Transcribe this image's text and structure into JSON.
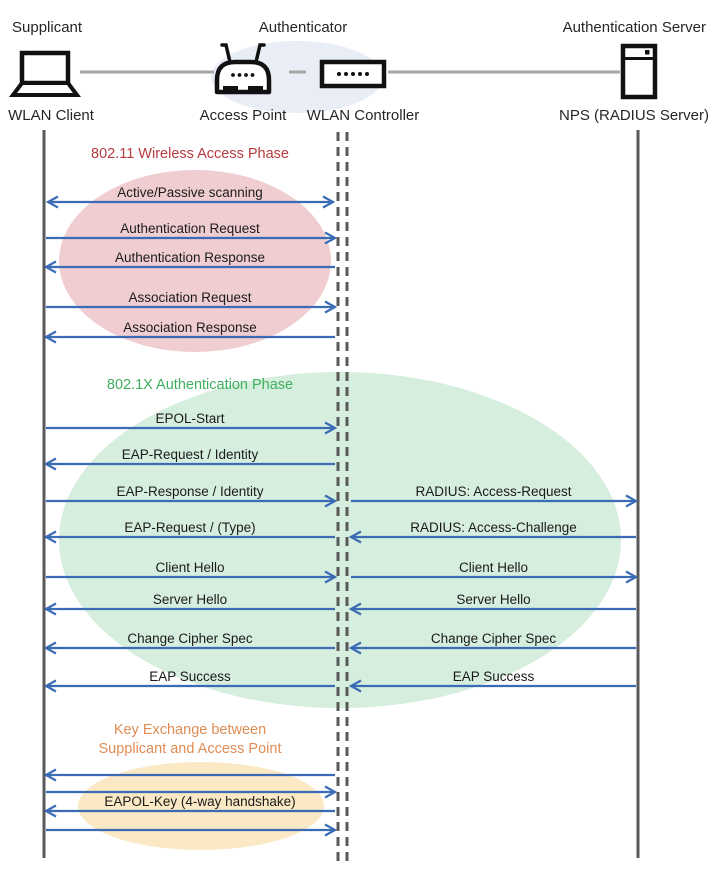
{
  "diagram": {
    "roles": [
      "Supplicant",
      "Authenticator",
      "Authentication Server"
    ],
    "devices": [
      "WLAN Client",
      "Access Point",
      "WLAN Controller",
      "NPS (RADIUS Server)"
    ],
    "colors": {
      "arrow": "#3a6bb4",
      "lifeline": "#595959",
      "connector": "#a6a6a6",
      "phase1_title": "#b73b3f",
      "phase1_fill": "#f0cdd1",
      "phase2_title": "#3eaf5f",
      "phase2_fill": "#d5eedd",
      "phase3_title": "#e08c55",
      "phase3_fill": "#fbe8c4",
      "authenticator_fill": "#e9edf6"
    },
    "phase1": {
      "title": "802.11 Wireless Access Phase",
      "messages": [
        {
          "label": "Active/Passive scanning",
          "direction": "bidirectional",
          "from": "WLAN Client",
          "to": "WLAN Controller"
        },
        {
          "label": "Authentication Request",
          "direction": "right",
          "from": "WLAN Client",
          "to": "WLAN Controller"
        },
        {
          "label": "Authentication Response",
          "direction": "left",
          "from": "WLAN Controller",
          "to": "WLAN Client"
        },
        {
          "label": "Association Request",
          "direction": "right",
          "from": "WLAN Client",
          "to": "WLAN Controller"
        },
        {
          "label": "Association Response",
          "direction": "left",
          "from": "WLAN Controller",
          "to": "WLAN Client"
        }
      ]
    },
    "phase2": {
      "title": "802.1X Authentication Phase",
      "client_segment": [
        {
          "label": "EPOL-Start",
          "direction": "right"
        },
        {
          "label": "EAP-Request / Identity",
          "direction": "left"
        },
        {
          "label": "EAP-Response / Identity",
          "direction": "right"
        },
        {
          "label": "EAP-Request / (Type)",
          "direction": "left"
        },
        {
          "label": "Client Hello",
          "direction": "right"
        },
        {
          "label": "Server Hello",
          "direction": "left"
        },
        {
          "label": "Change Cipher Spec",
          "direction": "left"
        },
        {
          "label": "EAP Success",
          "direction": "left"
        }
      ],
      "server_segment": [
        {
          "label": "RADIUS: Access-Request",
          "direction": "right"
        },
        {
          "label": "RADIUS: Access-Challenge",
          "direction": "left"
        },
        {
          "label": "Client Hello",
          "direction": "right"
        },
        {
          "label": "Server Hello",
          "direction": "left"
        },
        {
          "label": "Change Cipher Spec",
          "direction": "left"
        },
        {
          "label": "EAP Success",
          "direction": "left"
        }
      ]
    },
    "phase3": {
      "title_line1": "Key Exchange between",
      "title_line2": "Supplicant and Access Point",
      "handshake_label": "EAPOL-Key (4-way handshake)",
      "arrows": [
        "left",
        "right",
        "left",
        "right"
      ]
    }
  }
}
